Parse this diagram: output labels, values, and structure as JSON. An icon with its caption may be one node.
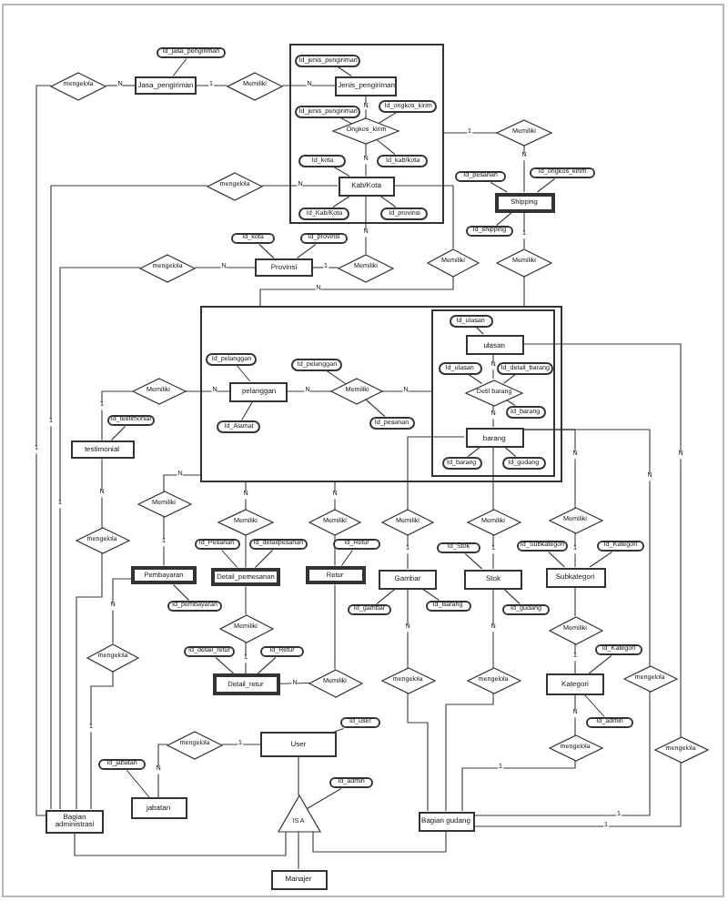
{
  "diagram": {
    "nodes": [
      {
        "text": [
          "Id_jasa_pengiriman"
        ]
      },
      {
        "text": [
          "mengelola"
        ]
      },
      {
        "text": [
          "Jasa_pengiriman"
        ]
      },
      {
        "text": [
          "Memiliki"
        ]
      },
      {
        "text": [],
        "shape": "box"
      },
      {
        "text": [
          "Id_jenis_pengiriman"
        ],
        "in": 4
      },
      {
        "text": [
          "Jenis_pengiriman"
        ],
        "in": 4
      },
      {
        "text": [
          "Id_jenis_pengiriman"
        ],
        "in": 4
      },
      {
        "text": [
          "Id_ongkos_kirim"
        ],
        "in": 4
      },
      {
        "text": [
          "Ongkos_kirim"
        ],
        "in": 4
      },
      {
        "text": [
          "Id_kota"
        ],
        "in": 4
      },
      {
        "text": [
          "Id_kab/kota"
        ],
        "in": 4
      },
      {
        "text": [
          "mengelola"
        ]
      },
      {
        "text": [
          "Kab/Kota"
        ],
        "in": 4
      },
      {
        "text": [
          "Id_Kab/Kota"
        ],
        "in": 4
      },
      {
        "text": [
          "Id_provinsi"
        ],
        "in": 4
      },
      {
        "text": [
          "Memiliki"
        ]
      },
      {
        "text": [
          "Id_pesanan"
        ]
      },
      {
        "text": [
          "Id_ongkos_kirim"
        ]
      },
      {
        "text": [
          "Shipping"
        ]
      },
      {
        "text": [
          "Id_shipping"
        ]
      },
      {
        "text": [
          "Id_kota"
        ]
      },
      {
        "text": [
          "Id_provinsi"
        ]
      },
      {
        "text": [
          "mengelola"
        ]
      },
      {
        "text": [
          "Provinsi"
        ]
      },
      {
        "text": [
          "Memiliki"
        ]
      },
      {
        "text": [
          "Memiliki"
        ]
      },
      {
        "text": [
          "Memiliki"
        ]
      },
      {
        "text": [],
        "shape": "box"
      },
      {
        "text": [
          "Id_pelanggan"
        ],
        "in": 28
      },
      {
        "text": [
          "Id_pelanggan"
        ],
        "in": 28
      },
      {
        "text": [
          "Memiliki"
        ]
      },
      {
        "text": [
          "pelanggan"
        ],
        "in": 28
      },
      {
        "text": [
          "Memiliki"
        ],
        "in": 28
      },
      {
        "text": [],
        "shape": "box",
        "in": 28
      },
      {
        "text": [
          "Id_ulasan"
        ],
        "in": 34
      },
      {
        "text": [
          "ulasan"
        ],
        "in": 34
      },
      {
        "text": [
          "Id_ulasan"
        ],
        "in": 34
      },
      {
        "text": [
          "Id_detail_barang"
        ],
        "in": 34
      },
      {
        "text": [
          "Detil barang"
        ],
        "in": 34
      },
      {
        "text": [
          "Id_barang"
        ],
        "in": 34
      },
      {
        "text": [
          "Id_pesanan"
        ],
        "in": 28
      },
      {
        "text": [
          "Id_Alamat"
        ],
        "in": 28
      },
      {
        "text": [
          "Id_testimonial"
        ]
      },
      {
        "text": [
          "testimonial"
        ]
      },
      {
        "text": [
          "barang"
        ],
        "in": 34
      },
      {
        "text": [
          "Id_barang"
        ],
        "in": 34
      },
      {
        "text": [
          "Id_gudang"
        ],
        "in": 34
      },
      {
        "text": [
          "Memiliki"
        ]
      },
      {
        "text": [
          "Memiliki"
        ]
      },
      {
        "text": [
          "Memiliki"
        ]
      },
      {
        "text": [
          "Memiliki"
        ]
      },
      {
        "text": [
          "Memiliki"
        ]
      },
      {
        "text": [
          "Memiliki"
        ]
      },
      {
        "text": [
          "mengelola"
        ]
      },
      {
        "text": [
          "Id_Pesanan"
        ]
      },
      {
        "text": [
          "Id_detailpesanan"
        ]
      },
      {
        "text": [
          "Id_Retur"
        ]
      },
      {
        "text": [
          "Pembayaran"
        ]
      },
      {
        "text": [
          "Detail_pemesanan"
        ]
      },
      {
        "text": [
          "Retur"
        ]
      },
      {
        "text": [
          "Gambar"
        ]
      },
      {
        "text": [
          "Stok"
        ]
      },
      {
        "text": [
          "Subkategori"
        ]
      },
      {
        "text": [
          "Id_Stok"
        ]
      },
      {
        "text": [
          "Id_Subkategori"
        ]
      },
      {
        "text": [
          "Id_Kategori"
        ]
      },
      {
        "text": [
          "Id_pembayaran"
        ]
      },
      {
        "text": [
          "Id_gambar"
        ]
      },
      {
        "text": [
          "Id_Barang"
        ]
      },
      {
        "text": [
          "Id_gudang"
        ]
      },
      {
        "text": [
          "Memiliki"
        ]
      },
      {
        "text": [
          "Memiliki"
        ]
      },
      {
        "text": [
          "Id_detail_retur"
        ]
      },
      {
        "text": [
          "Id_Retur"
        ]
      },
      {
        "text": [
          "Id_Kategori"
        ]
      },
      {
        "text": [
          "mengelola"
        ]
      },
      {
        "text": [
          "mengelola"
        ]
      },
      {
        "text": [
          "mengelola"
        ]
      },
      {
        "text": [
          "mengelola"
        ]
      },
      {
        "text": [
          "Detail_retur"
        ]
      },
      {
        "text": [
          "Memiliki"
        ]
      },
      {
        "text": [
          "Kategori"
        ]
      },
      {
        "text": [
          "Id_admin"
        ]
      },
      {
        "text": [
          "Id_user"
        ]
      },
      {
        "text": [
          "mengelola"
        ]
      },
      {
        "text": [
          "User"
        ]
      },
      {
        "text": [
          "mengelola"
        ]
      },
      {
        "text": [
          "mengelola"
        ]
      },
      {
        "text": [
          "Id_jabatan"
        ]
      },
      {
        "text": [
          "Id_admin"
        ]
      },
      {
        "text": [
          "jabatan"
        ]
      },
      {
        "text": [
          "IS A"
        ]
      },
      {
        "text": [
          "Bagian administrasi"
        ]
      },
      {
        "text": [
          "Bagian gudang"
        ]
      },
      {
        "text": [
          "Manajer"
        ]
      }
    ],
    "edges": [
      {
        "from": 0,
        "to": 2,
        "arrow": "none"
      },
      {
        "from": 5,
        "to": 6,
        "arrow": "none"
      },
      {
        "from": 7,
        "to": 9,
        "arrow": "none"
      },
      {
        "from": 8,
        "to": 9,
        "arrow": "none"
      },
      {
        "from": 10,
        "to": 13,
        "arrow": "none"
      },
      {
        "from": 11,
        "to": 9,
        "arrow": "none"
      },
      {
        "from": 14,
        "to": 13,
        "arrow": "none"
      },
      {
        "from": 15,
        "to": 13,
        "arrow": "none"
      },
      {
        "from": 17,
        "to": 19,
        "arrow": "none"
      },
      {
        "from": 18,
        "to": 19,
        "arrow": "none"
      },
      {
        "from": 20,
        "to": 19,
        "arrow": "none"
      },
      {
        "from": 21,
        "to": 24,
        "arrow": "none"
      },
      {
        "from": 22,
        "to": 24,
        "arrow": "none"
      },
      {
        "from": 29,
        "to": 32,
        "arrow": "none"
      },
      {
        "from": 30,
        "to": 33,
        "arrow": "none"
      },
      {
        "from": 41,
        "to": 33,
        "arrow": "none"
      },
      {
        "from": 42,
        "to": 32,
        "arrow": "none"
      },
      {
        "from": 35,
        "to": 36,
        "arrow": "none"
      },
      {
        "from": 37,
        "to": 39,
        "arrow": "none"
      },
      {
        "from": 38,
        "to": 39,
        "arrow": "none"
      },
      {
        "from": 40,
        "to": 39,
        "arrow": "none"
      },
      {
        "from": 46,
        "to": 45,
        "arrow": "none"
      },
      {
        "from": 47,
        "to": 45,
        "arrow": "none"
      },
      {
        "from": 43,
        "to": 44,
        "arrow": "none"
      },
      {
        "from": 55,
        "to": 59,
        "arrow": "none"
      },
      {
        "from": 56,
        "to": 59,
        "arrow": "none"
      },
      {
        "from": 57,
        "to": 60,
        "arrow": "none"
      },
      {
        "from": 64,
        "to": 62,
        "arrow": "none"
      },
      {
        "from": 65,
        "to": 63,
        "arrow": "none"
      },
      {
        "from": 66,
        "to": 63,
        "arrow": "none"
      },
      {
        "from": 67,
        "to": 58,
        "arrow": "none"
      },
      {
        "from": 68,
        "to": 61,
        "arrow": "none"
      },
      {
        "from": 69,
        "to": 61,
        "arrow": "none"
      },
      {
        "from": 70,
        "to": 62,
        "arrow": "none"
      },
      {
        "from": 73,
        "to": 80,
        "arrow": "none"
      },
      {
        "from": 74,
        "to": 80,
        "arrow": "none"
      },
      {
        "from": 75,
        "to": 82,
        "arrow": "none"
      },
      {
        "from": 83,
        "to": 82,
        "arrow": "none"
      },
      {
        "from": 84,
        "to": 86,
        "arrow": "none"
      },
      {
        "from": 89,
        "to": 91,
        "arrow": "none"
      },
      {
        "from": 90,
        "to": 92,
        "arrow": "none"
      },
      {
        "from": 1,
        "to": 2,
        "arrow": "none",
        "label": "N"
      },
      {
        "from": 1,
        "to": 93,
        "arrow": "none",
        "label": "1"
      },
      {
        "from": 2,
        "to": 3,
        "arrow": "none",
        "label": "1"
      },
      {
        "from": 3,
        "to": 6,
        "arrow": "none",
        "label": "N"
      },
      {
        "from": 6,
        "to": 9,
        "arrow": "none",
        "label": "N"
      },
      {
        "from": 9,
        "to": 13,
        "arrow": "none",
        "label": "N"
      },
      {
        "from": 12,
        "to": 13,
        "arrow": "none",
        "label": "N"
      },
      {
        "from": 12,
        "to": 93,
        "arrow": "none",
        "label": "1"
      },
      {
        "from": 16,
        "to": 4,
        "arrow": "none",
        "label": "1"
      },
      {
        "from": 16,
        "to": 19,
        "arrow": "none",
        "label": "N"
      },
      {
        "from": 23,
        "to": 24,
        "arrow": "none",
        "label": "N"
      },
      {
        "from": 23,
        "to": 93,
        "arrow": "none",
        "label": "1"
      },
      {
        "from": 24,
        "to": 25,
        "arrow": "none",
        "label": "1"
      },
      {
        "from": 25,
        "to": 13,
        "arrow": "none",
        "label": "N"
      },
      {
        "from": 13,
        "to": 26,
        "arrow": "none"
      },
      {
        "from": 26,
        "to": 28,
        "arrow": "none",
        "label": "N"
      },
      {
        "from": 19,
        "to": 27,
        "arrow": "none",
        "label": "1"
      },
      {
        "from": 27,
        "to": 28,
        "arrow": "none"
      },
      {
        "from": 31,
        "to": 32,
        "arrow": "none",
        "label": "N"
      },
      {
        "from": 31,
        "to": 44,
        "arrow": "none",
        "label": "1"
      },
      {
        "from": 32,
        "to": 33,
        "arrow": "none",
        "label": "N"
      },
      {
        "from": 33,
        "to": 34,
        "arrow": "none",
        "label": "N"
      },
      {
        "from": 36,
        "to": 88,
        "arrow": "none",
        "label": "N"
      },
      {
        "from": 36,
        "to": 39,
        "arrow": "none",
        "label": "N"
      },
      {
        "from": 39,
        "to": 45,
        "arrow": "none",
        "label": "N"
      },
      {
        "from": 45,
        "to": 51,
        "arrow": "none"
      },
      {
        "from": 51,
        "to": 61,
        "arrow": "none",
        "label": "1"
      },
      {
        "from": 45,
        "to": 52,
        "arrow": "none"
      },
      {
        "from": 52,
        "to": 62,
        "arrow": "none",
        "label": "1"
      },
      {
        "from": 45,
        "to": 53,
        "arrow": "none",
        "label": "N"
      },
      {
        "from": 53,
        "to": 63,
        "arrow": "none",
        "label": "1"
      },
      {
        "from": 45,
        "to": 79,
        "arrow": "none",
        "label": "N"
      },
      {
        "from": 28,
        "to": 48,
        "arrow": "none",
        "label": "N"
      },
      {
        "from": 48,
        "to": 58,
        "arrow": "none",
        "label": "1"
      },
      {
        "from": 28,
        "to": 49,
        "arrow": "none",
        "label": "N"
      },
      {
        "from": 49,
        "to": 59,
        "arrow": "none"
      },
      {
        "from": 28,
        "to": 50,
        "arrow": "none",
        "label": "N"
      },
      {
        "from": 50,
        "to": 60,
        "arrow": "none"
      },
      {
        "from": 44,
        "to": 54,
        "arrow": "none",
        "label": "N"
      },
      {
        "from": 54,
        "to": 93,
        "arrow": "none"
      },
      {
        "from": 58,
        "to": 76,
        "arrow": "none",
        "label": "N"
      },
      {
        "from": 76,
        "to": 93,
        "arrow": "none",
        "label": "1"
      },
      {
        "from": 59,
        "to": 71,
        "arrow": "none"
      },
      {
        "from": 71,
        "to": 80,
        "arrow": "none",
        "label": "1"
      },
      {
        "from": 80,
        "to": 81,
        "arrow": "none",
        "label": "N"
      },
      {
        "from": 81,
        "to": 60,
        "arrow": "none"
      },
      {
        "from": 61,
        "to": 77,
        "arrow": "none",
        "label": "N"
      },
      {
        "from": 62,
        "to": 78,
        "arrow": "none",
        "label": "N"
      },
      {
        "from": 63,
        "to": 72,
        "arrow": "none"
      },
      {
        "from": 72,
        "to": 82,
        "arrow": "none",
        "label": "1"
      },
      {
        "from": 82,
        "to": 87,
        "arrow": "none",
        "label": "N"
      },
      {
        "from": 77,
        "to": 94,
        "arrow": "none"
      },
      {
        "from": 78,
        "to": 94,
        "arrow": "none"
      },
      {
        "from": 87,
        "to": 94,
        "arrow": "none",
        "label": "1"
      },
      {
        "from": 79,
        "to": 94,
        "arrow": "none",
        "label": "1"
      },
      {
        "from": 88,
        "to": 94,
        "arrow": "none",
        "label": "1"
      },
      {
        "from": 85,
        "to": 86,
        "arrow": "none",
        "label": "1"
      },
      {
        "from": 85,
        "to": 91,
        "arrow": "none",
        "label": "N"
      },
      {
        "from": 86,
        "to": 92,
        "arrow": "none"
      },
      {
        "from": 92,
        "to": 93,
        "arrow": "none"
      },
      {
        "from": 92,
        "to": 94,
        "arrow": "none"
      },
      {
        "from": 92,
        "to": 95,
        "arrow": "none"
      }
    ]
  }
}
